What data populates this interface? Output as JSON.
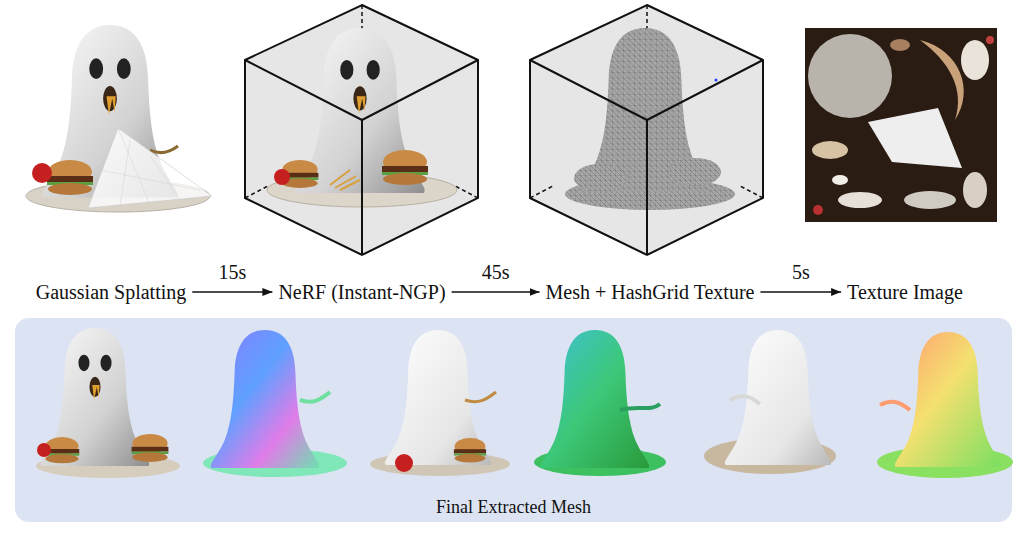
{
  "diagram": {
    "nodes": [
      {
        "text": [
          "Gaussian Splatting"
        ]
      },
      {
        "text": [
          "NeRF (Instant-NGP)"
        ]
      },
      {
        "text": [
          "Mesh + HashGrid Texture"
        ]
      },
      {
        "text": [
          "Texture Image"
        ]
      },
      {
        "text": [
          "Final Extracted Mesh"
        ]
      }
    ],
    "edges": [
      {
        "from": 0,
        "to": 1,
        "label": "15s",
        "arrow": "to"
      },
      {
        "from": 1,
        "to": 2,
        "label": "45s",
        "arrow": "to"
      },
      {
        "from": 2,
        "to": 3,
        "label": "5s",
        "arrow": "to"
      }
    ]
  }
}
